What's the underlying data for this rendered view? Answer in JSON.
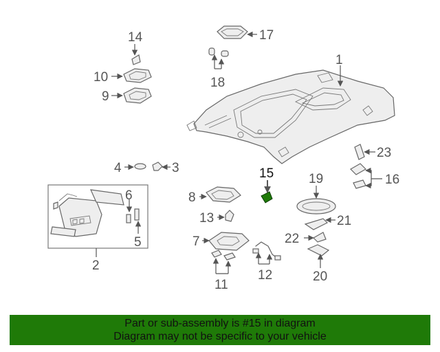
{
  "diagram": {
    "callouts": {
      "c1": "1",
      "c2": "2",
      "c3": "3",
      "c4": "4",
      "c5": "5",
      "c6": "6",
      "c7": "7",
      "c8": "8",
      "c9": "9",
      "c10": "10",
      "c11": "11",
      "c12": "12",
      "c13": "13",
      "c14": "14",
      "c15": "15",
      "c16": "16",
      "c17": "17",
      "c18": "18",
      "c19": "19",
      "c20": "20",
      "c21": "21",
      "c22": "22",
      "c23": "23"
    },
    "highlight_color": "#1f7a08",
    "banner_color": "#1f7a08"
  },
  "footer": {
    "line1": "Part or sub-assembly is #15 in diagram",
    "line2": "Diagram may not be specific to your vehicle"
  }
}
